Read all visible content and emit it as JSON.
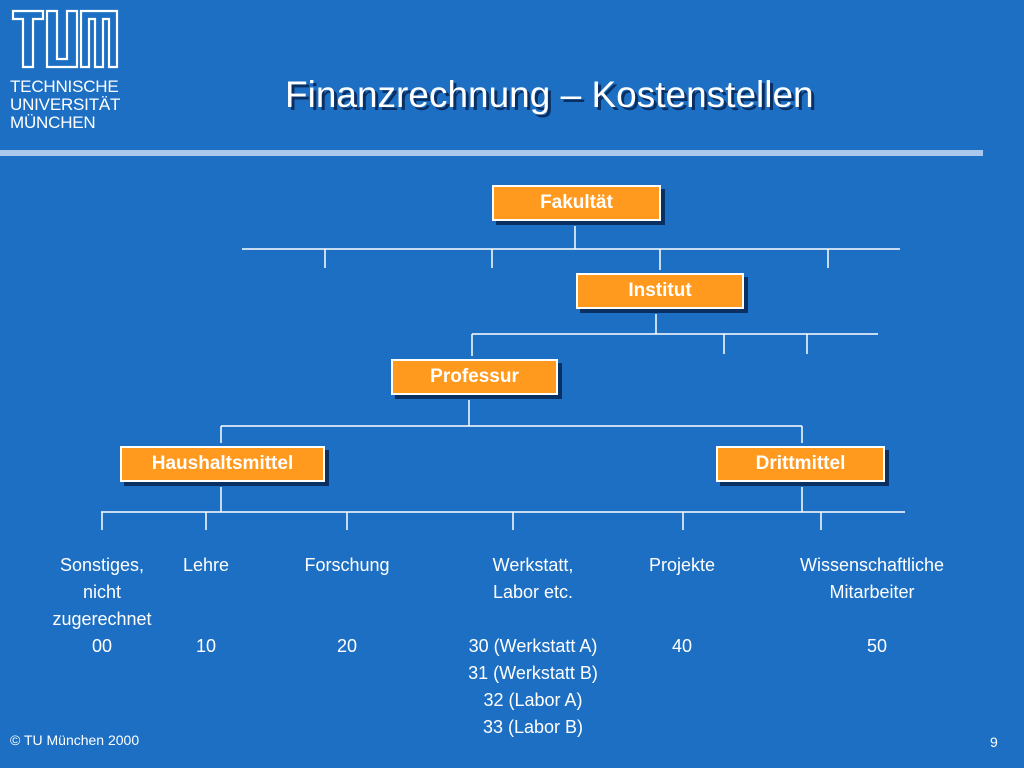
{
  "header": {
    "logo_lines": [
      "TECHNISCHE",
      "UNIVERSITÄT",
      "MÜNCHEN"
    ],
    "title": "Finanzrechnung – Kostenstellen"
  },
  "nodes": {
    "fakultaet": "Fakultät",
    "institut": "Institut",
    "professur": "Professur",
    "haushaltsmittel": "Haushaltsmittel",
    "drittmittel": "Drittmittel"
  },
  "leaves": [
    {
      "label": "Sonstiges,\nnicht\nzugerechnet",
      "codes": "00"
    },
    {
      "label": "Lehre",
      "codes": "10"
    },
    {
      "label": "Forschung",
      "codes": "20"
    },
    {
      "label": "Werkstatt,\nLabor etc.",
      "codes": "30 (Werkstatt A)\n31 (Werkstatt B)\n32 (Labor A)\n33 (Labor B)"
    },
    {
      "label": "Projekte",
      "codes": "40"
    },
    {
      "label": "Wissenschaftliche\nMitarbeiter",
      "codes": "50"
    }
  ],
  "footer": {
    "copyright": "© TU München 2000",
    "page_number": "9"
  }
}
